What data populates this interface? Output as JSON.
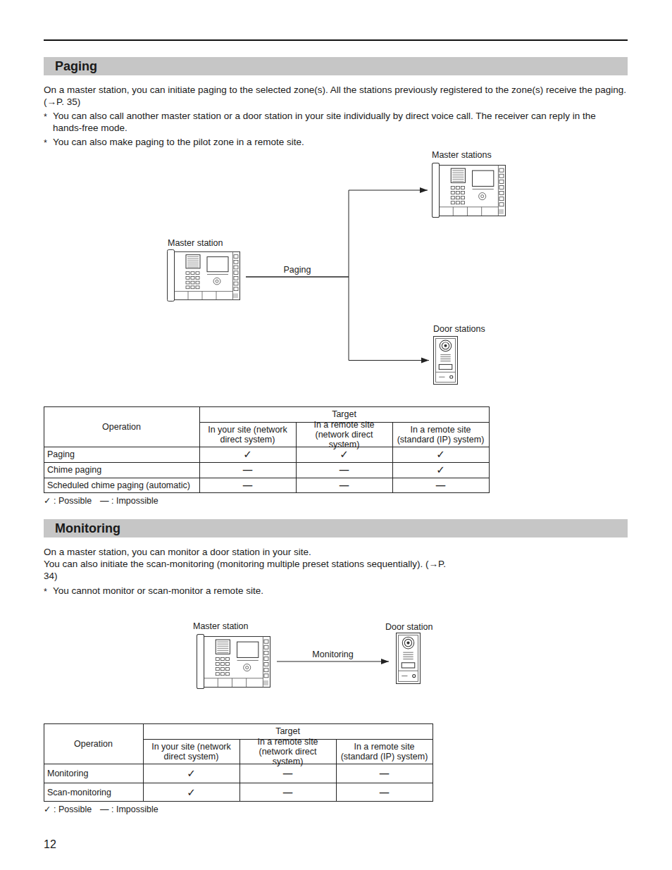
{
  "diagram": {
    "title": "Paging",
    "nodes": [
      {
        "text": [
          "Master station"
        ]
      },
      {
        "text": [
          "Master stations"
        ]
      },
      {
        "text": [
          "Door stations"
        ]
      },
      {
        "text": [
          "Master station"
        ]
      },
      {
        "text": [
          "Door station"
        ]
      }
    ],
    "edges": [
      {
        "from": 0,
        "to": 1,
        "arrow": "to",
        "label": "Paging"
      },
      {
        "from": 0,
        "to": 2,
        "arrow": "to"
      },
      {
        "from": 3,
        "to": 4,
        "arrow": "to",
        "label": "Monitoring"
      }
    ],
    "labels": [
      "On a master station, you can initiate paging to the selected zone(s). All the stations previously registered to the zone(s) receive the paging. (→P. 35)",
      "*",
      "You can also call another master station or a door station in your site individually by direct voice call. The receiver can reply in the hands-free mode.",
      "*",
      "You can also make paging to the pilot zone in a remote site.",
      "Operation",
      "Target",
      "In your site (network direct system)",
      "In a remote site (network direct system)",
      "In a remote site (standard (IP) system)",
      "Paging",
      "✓",
      "✓",
      "✓",
      "Chime paging",
      "—",
      "—",
      "✓",
      "Scheduled chime paging (automatic)",
      "—",
      "—",
      "—",
      "✓ : Possible",
      "— : Impossible",
      "Monitoring",
      "On a master station, you can monitor a door station in your site.",
      "You can also initiate the scan-monitoring (monitoring multiple preset stations sequentially). (→P. 34)",
      "*",
      "You cannot monitor or scan-monitor a remote site.",
      "Operation",
      "Target",
      "In your site (network direct system)",
      "In a remote site (network direct system)",
      "In a remote site (standard (IP) system)",
      "Monitoring",
      "✓",
      "—",
      "—",
      "Scan-monitoring",
      "✓",
      "—",
      "—",
      "✓ : Possible",
      "— : Impossible",
      "12"
    ]
  }
}
